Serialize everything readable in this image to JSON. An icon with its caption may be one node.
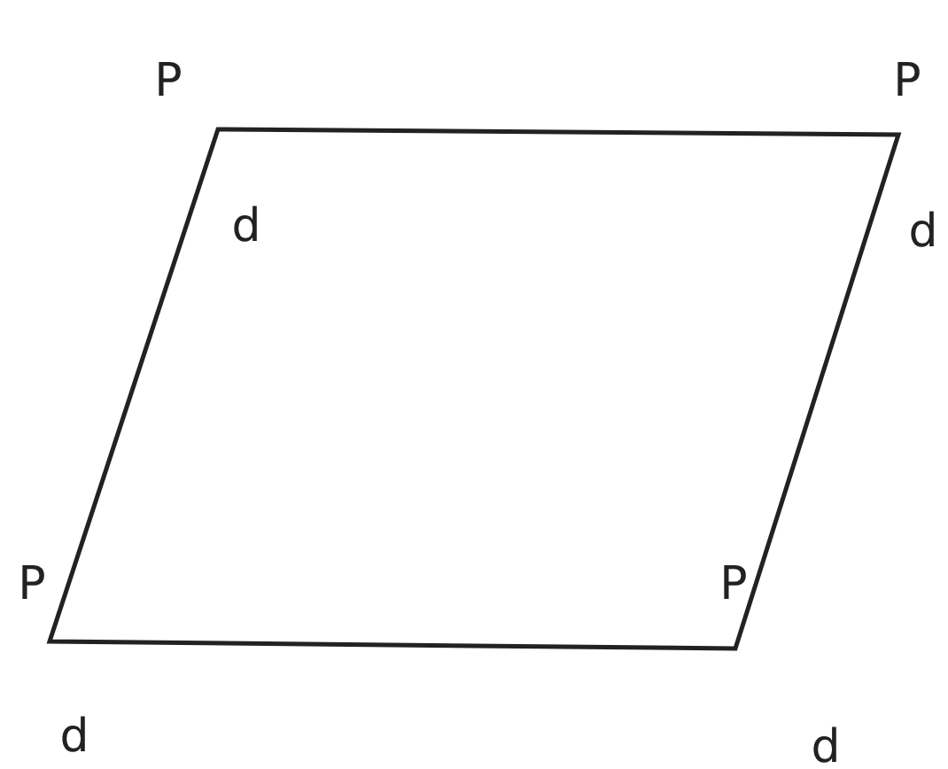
{
  "diagram": {
    "labels": [
      "P",
      "P",
      "d",
      "d",
      "P",
      "P",
      "d",
      "d"
    ]
  }
}
